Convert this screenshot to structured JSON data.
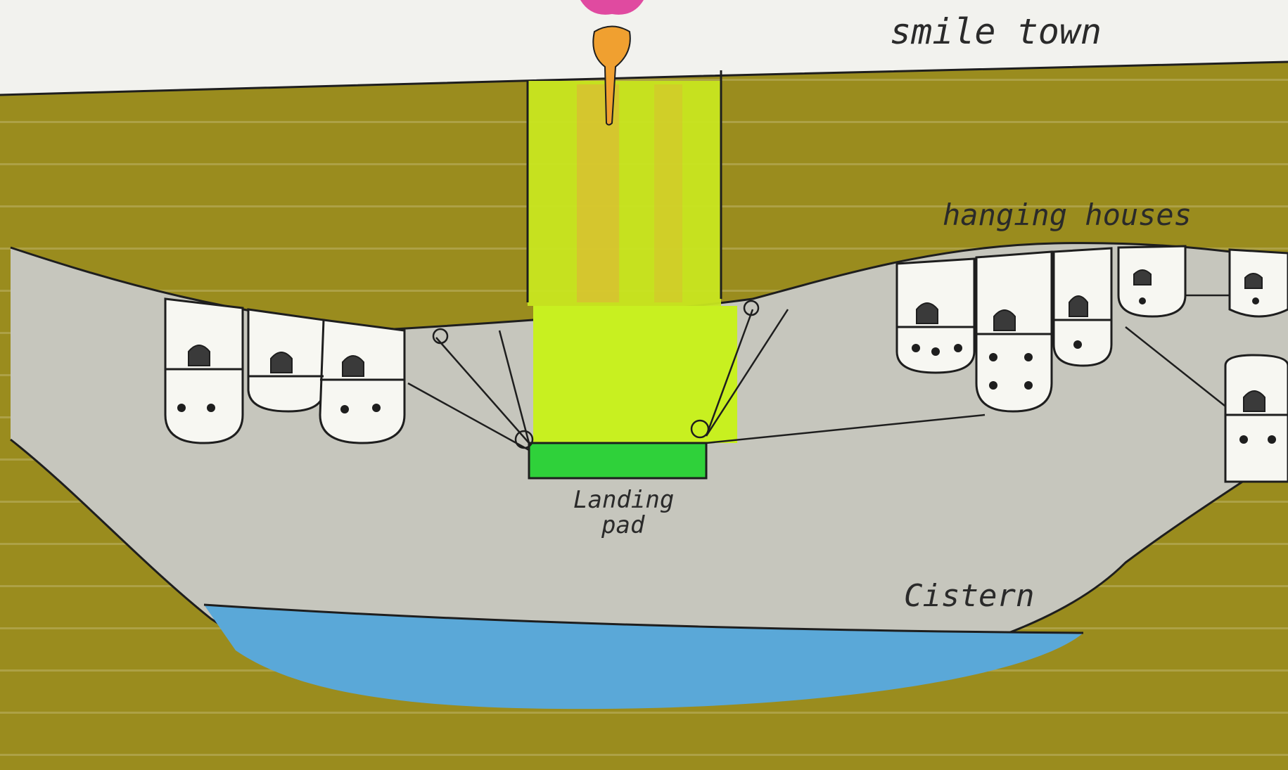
{
  "labels": {
    "town": "smile town",
    "houses": "hanging houses",
    "landing_line1": "Landing",
    "landing_line2": "pad",
    "cistern": "Cistern"
  },
  "colors": {
    "soil": "#9a8c1e",
    "soil_dark": "#7e7414",
    "cavern": "#c6c6bd",
    "shaft": "#c8e620",
    "shaft_orange": "#e2b03a",
    "pad": "#2fd13a",
    "water": "#5aa8d8",
    "house": "#f7f7f2",
    "ink": "#1e1e1e",
    "paper": "#f2f2ee"
  },
  "icons": {
    "figure": "person-icon"
  }
}
